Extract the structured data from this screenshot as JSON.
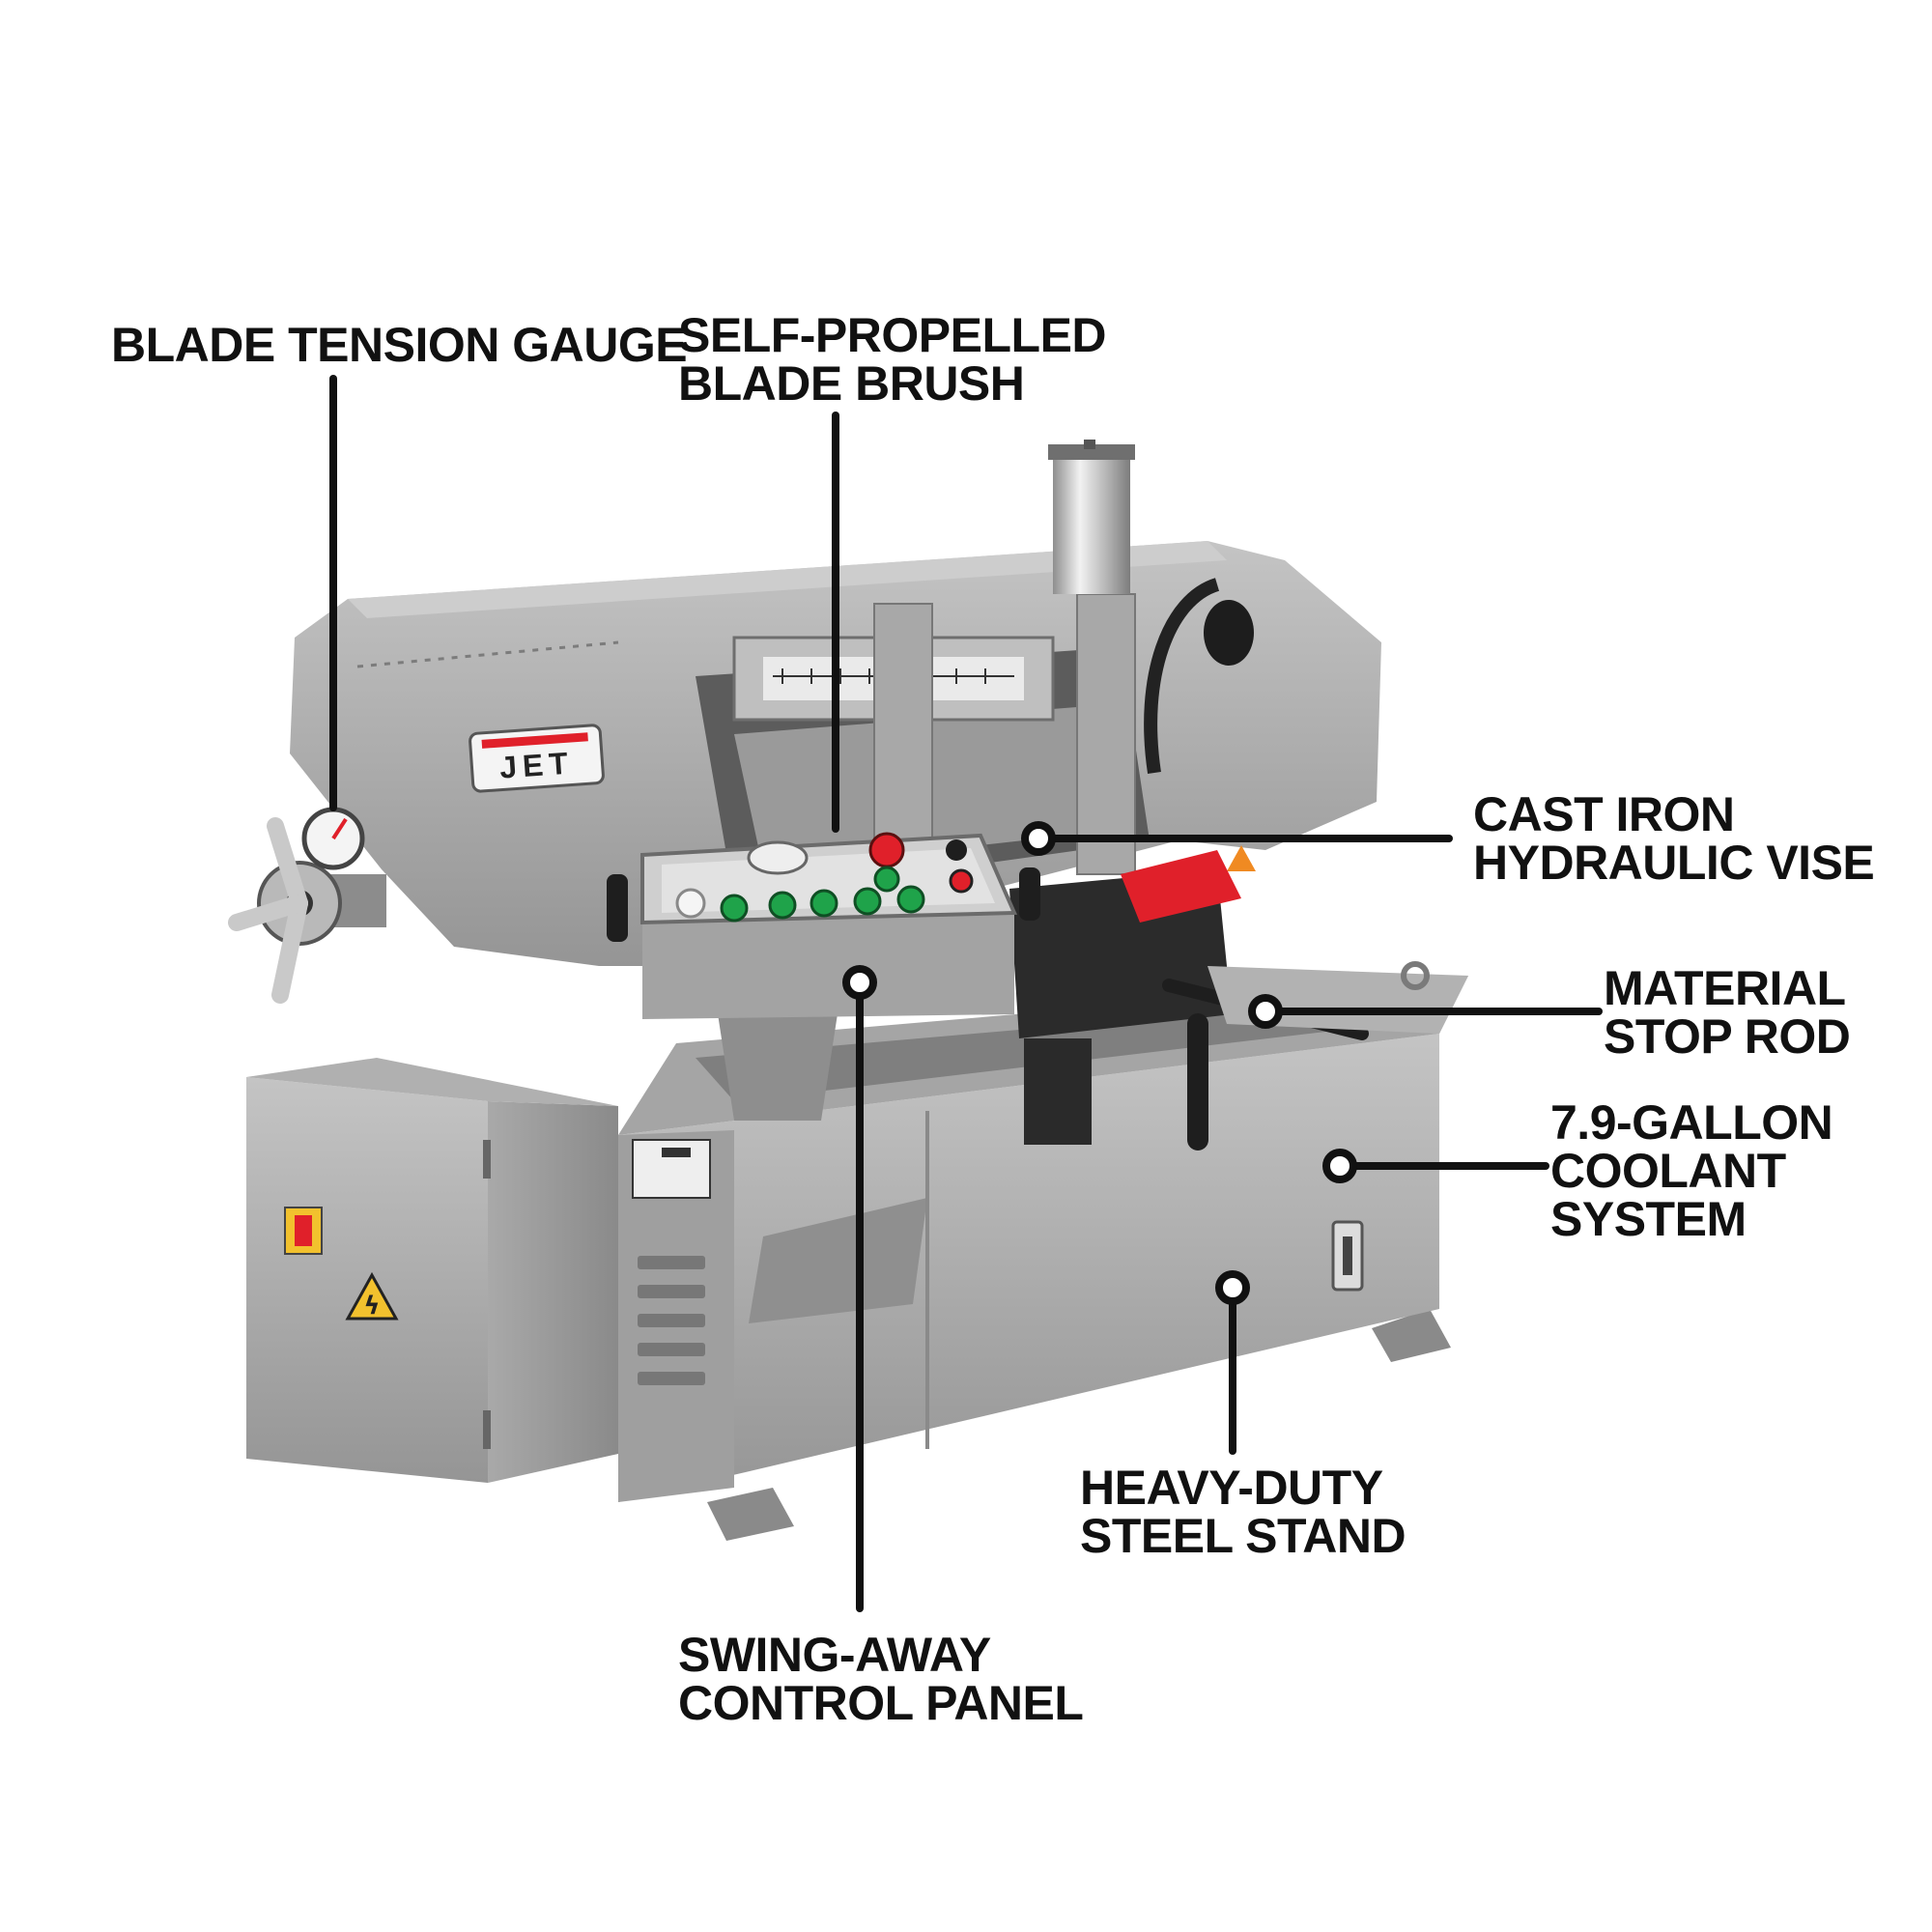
{
  "colors": {
    "background": "#ffffff",
    "leader": "#111111",
    "steel_light": "#b9b9b9",
    "steel_mid": "#9c9c9c",
    "steel_dark": "#7a7a7a",
    "shadow": "#3a3a3a",
    "accent_red": "#e0202a",
    "button_green": "#1fa34a",
    "hazard_yellow": "#f2c12e",
    "chrome": "#dadada"
  },
  "brand": {
    "logo_text": "JET"
  },
  "callouts": {
    "blade_tension_gauge": {
      "line1": "BLADE TENSION GAUGE"
    },
    "blade_brush": {
      "line1": "SELF-PROPELLED",
      "line2": "BLADE BRUSH"
    },
    "hydraulic_vise": {
      "line1": "CAST IRON",
      "line2": "HYDRAULIC VISE"
    },
    "stop_rod": {
      "line1": "MATERIAL",
      "line2": "STOP ROD"
    },
    "coolant": {
      "line1": "7.9-GALLON",
      "line2": "COOLANT",
      "line3": "SYSTEM"
    },
    "stand": {
      "line1": "HEAVY-DUTY",
      "line2": "STEEL STAND"
    },
    "control_panel": {
      "line1": "SWING-AWAY",
      "line2": "CONTROL PANEL"
    }
  }
}
